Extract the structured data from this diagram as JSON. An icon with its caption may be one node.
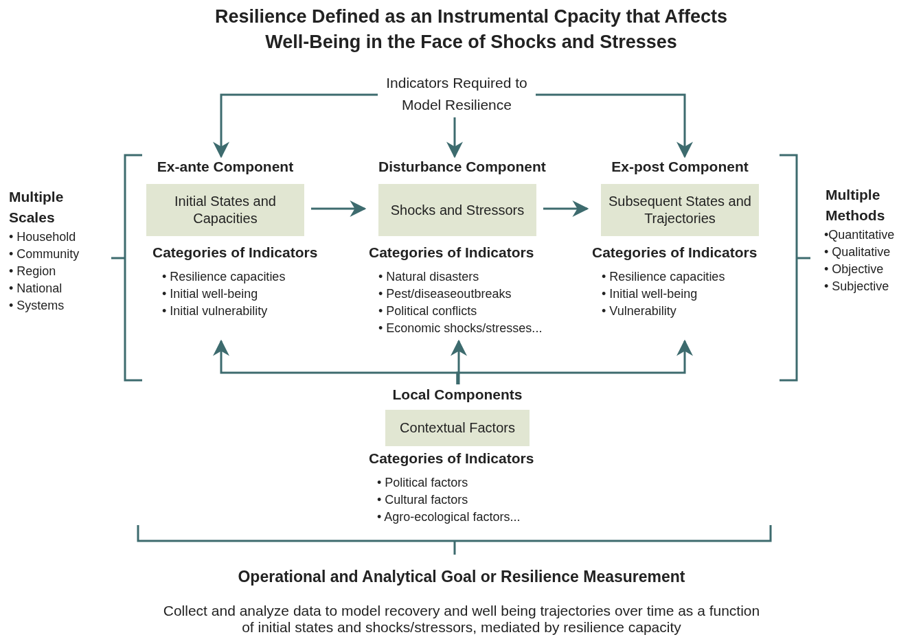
{
  "diagram": {
    "title": "Resilience Defined as an Instrumental Cpacity that Affects Well-Being in the Face of Shocks and Stresses",
    "nodes": [
      {
        "text": [
          "Indicators Required to Model Resilience"
        ]
      },
      {
        "text": [
          "Ex-ante Component",
          "Initial States and Capacities"
        ]
      },
      {
        "text": [
          "Disturbance Component",
          "Shocks and Stressors"
        ]
      },
      {
        "text": [
          "Ex-post Component",
          "Subsequent States and Trajectories"
        ]
      },
      {
        "text": [
          "Categories of Indicators",
          "• Resilience capacities",
          "• Initial well-being",
          "• Initial vulnerability"
        ]
      },
      {
        "text": [
          "Categories of Indicators",
          "• Natural disasters",
          "• Pest/diseaseoutbreaks",
          "• Political conflicts",
          "• Economic shocks/stresses..."
        ]
      },
      {
        "text": [
          "Categories of Indicators",
          "• Resilience capacities",
          "• Initial well-being",
          "• Vulnerability"
        ]
      },
      {
        "text": [
          "Local Components",
          "Contextual Factors"
        ]
      }
    ],
    "edges": [
      {
        "from": 0,
        "to": 1,
        "arrow": "to"
      },
      {
        "from": 0,
        "to": 2,
        "arrow": "to"
      },
      {
        "from": 0,
        "to": 3,
        "arrow": "to"
      },
      {
        "from": 1,
        "to": 2,
        "arrow": "to"
      },
      {
        "from": 2,
        "to": 3,
        "arrow": "to"
      },
      {
        "from": 7,
        "to": 4,
        "arrow": "to"
      },
      {
        "from": 7,
        "to": 5,
        "arrow": "to"
      },
      {
        "from": 7,
        "to": 6,
        "arrow": "to"
      }
    ],
    "labels": [
      "Multiple Scales",
      "• Household",
      "• Community",
      "• Region",
      "• National",
      "• Systems",
      "Multiple Methods",
      "•Quantitative",
      "• Qualitative",
      "• Objective",
      "• Subjective",
      "Categories of Indicators",
      "• Political factors",
      "• Cultural factors",
      "• Agro-ecological factors...",
      "Operational and Analytical Goal or Resilience Measurement",
      "Collect and analyze data to model recovery and well being trajectories over time as a function of initial states and shocks/stressors, mediated by resilience capacity"
    ]
  }
}
